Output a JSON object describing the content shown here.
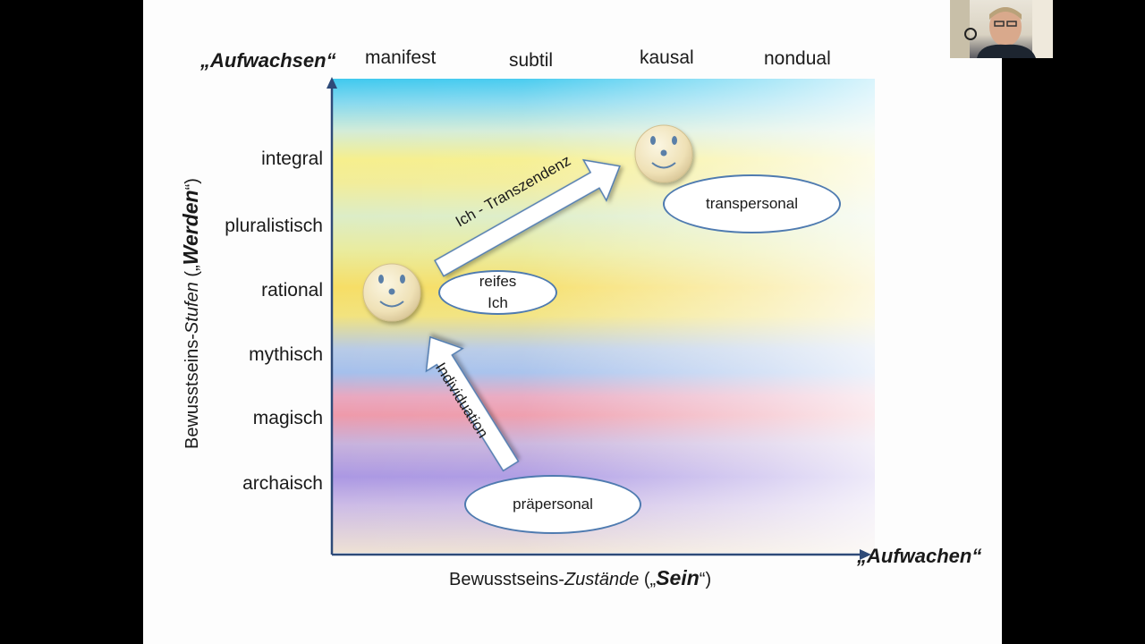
{
  "diagram": {
    "top_left_label": "„Aufwachsen“",
    "states": [
      "manifest",
      "subtil",
      "kausal",
      "nondual"
    ],
    "stages": [
      "integral",
      "pluralistisch",
      "rational",
      "mythisch",
      "magisch",
      "archaisch"
    ],
    "y_axis_label": {
      "prefix": "Bewusstseins-",
      "italic": "Stufen",
      "middle": " („",
      "bold": "Werden",
      "suffix": "“)"
    },
    "x_axis_label": {
      "prefix": "Bewusstseins-",
      "italic": "Zustände",
      "middle": " („",
      "bold": "Sein",
      "suffix": "“)"
    },
    "x_axis_end_label": "„Aufwachen“",
    "arrow_upper_label": "Ich - Transzendenz",
    "arrow_lower_label": "Individuation",
    "ellipse_transpersonal": "transpersonal",
    "ellipse_reifes_line1": "reifes",
    "ellipse_reifes_line2": "Ich",
    "ellipse_prapersonal": "präpersonal",
    "colors": {
      "axis": "#2e4a78",
      "ellipse_border": "#4f7bb0",
      "face_fill": "#f3e8c4",
      "face_feature": "#5a7fa8"
    },
    "icons": [
      "smiley-face-icon",
      "smiley-face-icon"
    ]
  }
}
